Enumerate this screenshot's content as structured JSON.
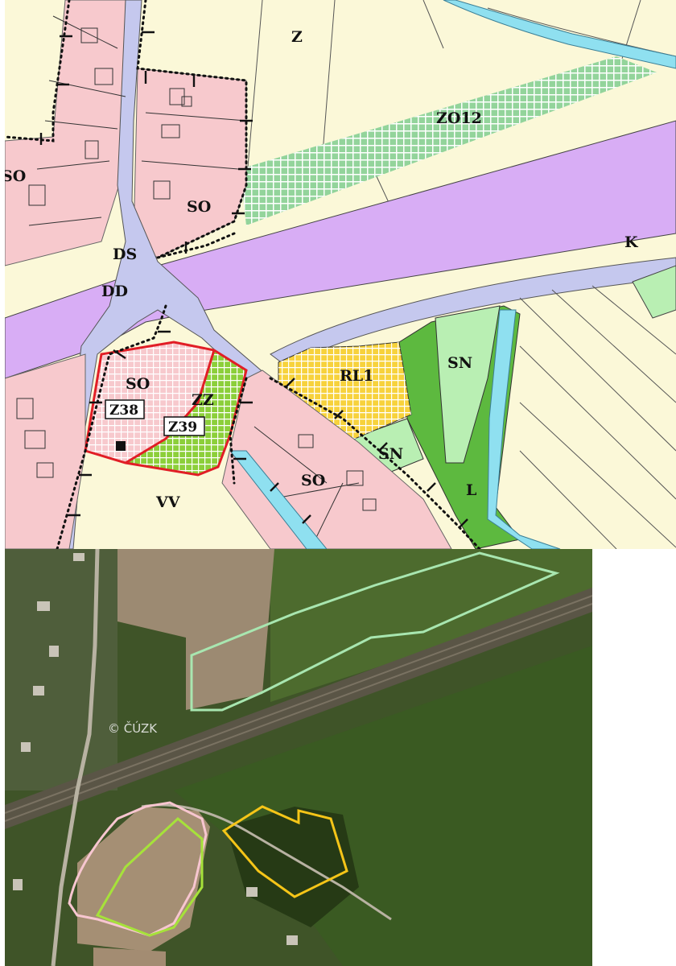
{
  "zoning_map": {
    "labels": {
      "z": "Z",
      "zo12": "ZO12",
      "so_left": "SO",
      "so_upper": "SO",
      "ds": "DS",
      "dd": "DD",
      "k": "K",
      "rl1": "RL1",
      "sn_top": "SN",
      "so_mid": "SO",
      "zz": "ZZ",
      "sn_low": "SN",
      "so_low": "SO",
      "l": "L",
      "vv": "VV"
    },
    "boxed_labels": {
      "z38": "Z38",
      "z39": "Z39"
    },
    "colors": {
      "background": "#fbf8d8",
      "residential_so": "#f7c9cd",
      "transport_dd": "#d8adf5",
      "road_ds": "#c5c8ee",
      "greenery_zo": "#93d49b",
      "forest_l": "#5db93f",
      "nature_sn": "#b9efb3",
      "rl_yellow": "#f7d23c",
      "plot_red": "#e11e26",
      "plot_zz": "#8ccf3a",
      "water": "#8fe0f0",
      "boundary": "#111111"
    }
  },
  "aerial_photo": {
    "credit": "© ČÚZK",
    "overlay_colors": {
      "zo12": "#a8e6b0",
      "z38": "#f7c6d0",
      "z39": "#a6e23a",
      "rl1": "#f5c518"
    }
  }
}
